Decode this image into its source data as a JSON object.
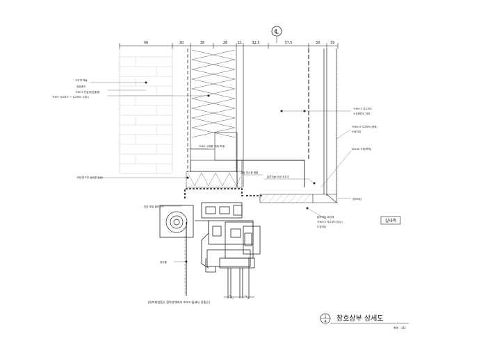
{
  "drawing": {
    "title": "창호상부 상세도",
    "scale": "축척 : 1/2",
    "detail_no": "1",
    "sheet_ref": "4",
    "centerline_symbol": "℄",
    "room_label": "실내측",
    "note": "[창호제원품은 협력업체에서 4mm 틈에서 당출승]"
  },
  "dimensions": [
    "90",
    "30",
    "38",
    "28",
    "11",
    "32.5",
    "37.5",
    "30",
    "19"
  ],
  "labels": {
    "left": [
      "고무지 벽돌",
      "방습층지",
      "THK75 단열재(압출법)",
      "THK9 석고보드 + 석고보드 (내수)",
      "코킹(내구성 실리콘 실링)"
    ],
    "window": [
      "창호 레일 블라인드",
      "창호틀"
    ],
    "center": [
      "THK9 고정용 각재(목재)",
      "실링 방수용 형틀",
      "알루미늄 타공 씌우기"
    ],
    "right": [
      "THK9.5 석고보드",
      "수성페인트 마감",
      "THK9.5 석고보드(방화)",
      "도장마감",
      "36x30 각재(목재)",
      "상부마감"
    ],
    "bottom": [
      "알루미늄 마감재",
      "THK9.5 석고보드(방수)",
      "도장마감"
    ]
  },
  "icons": [
    "centerline-icon",
    "roller-blind-icon",
    "leader-dot-icon",
    "detail-marker-icon",
    "section-cut-icon"
  ]
}
